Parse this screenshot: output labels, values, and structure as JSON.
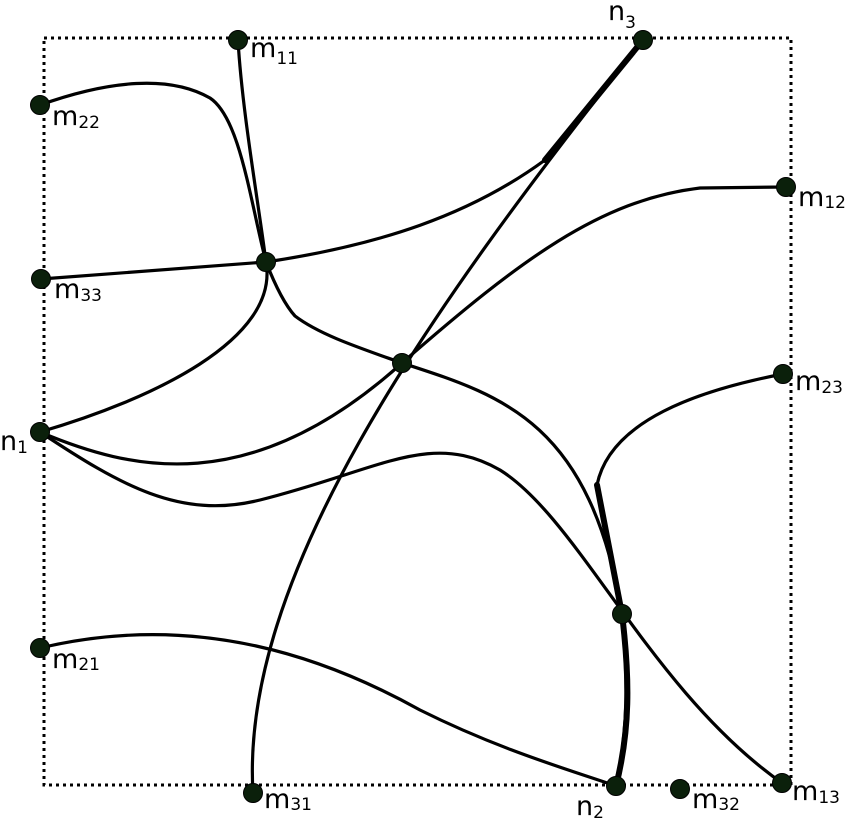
{
  "diagram": {
    "colors": {
      "edge": "#000000",
      "node_fill": "#0b200b",
      "frame": "#000000",
      "background": "#ffffff"
    },
    "frame_style": "dotted",
    "labels": {
      "n1": {
        "base": "n",
        "sub": "1"
      },
      "n2": {
        "base": "n",
        "sub": "2"
      },
      "n3": {
        "base": "n",
        "sub": "3"
      },
      "m11": {
        "base": "m",
        "sub": "11"
      },
      "m12": {
        "base": "m",
        "sub": "12"
      },
      "m13": {
        "base": "m",
        "sub": "13"
      },
      "m21": {
        "base": "m",
        "sub": "21"
      },
      "m22": {
        "base": "m",
        "sub": "22"
      },
      "m23": {
        "base": "m",
        "sub": "23"
      },
      "m31": {
        "base": "m",
        "sub": "31"
      },
      "m32": {
        "base": "m",
        "sub": "32"
      },
      "m33": {
        "base": "m",
        "sub": "33"
      }
    }
  }
}
